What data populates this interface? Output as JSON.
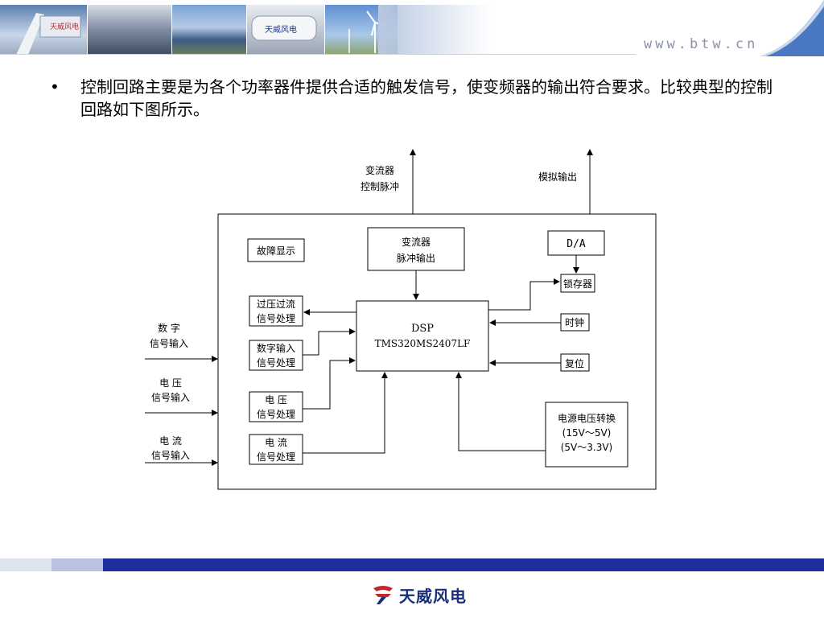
{
  "header": {
    "site": "www.btw.cn",
    "banner_logo": "天威风电"
  },
  "bullet": "控制回路主要是为各个功率器件提供合适的触发信号，使变频器的输出符合要求。比较典型的控制回路如下图所示。",
  "diagram": {
    "top_out_left": [
      "变流器",
      "控制脉冲"
    ],
    "top_out_right": "模拟输出",
    "fault": "故障显示",
    "conv_pulse": [
      "变流器",
      "脉冲输出"
    ],
    "da": "D/A",
    "latch": "锁存器",
    "clock": "时钟",
    "reset": "复位",
    "dsp": [
      "DSP",
      "TMS320MS2407LF"
    ],
    "ovp": [
      "过压过流",
      "信号处理"
    ],
    "digital_proc": [
      "数字输入",
      "信号处理"
    ],
    "voltage_proc": [
      "电  压",
      "信号处理"
    ],
    "current_proc": [
      "电  流",
      "信号处理"
    ],
    "digital_in": [
      "数  字",
      "信号输入"
    ],
    "voltage_in": [
      "电  压",
      "信号输入"
    ],
    "current_in": [
      "电  流",
      "信号输入"
    ],
    "power": [
      "电源电压转换",
      "(15V～5V)",
      "(5V～3.3V)"
    ]
  },
  "footer": {
    "logo_text": "天威风电"
  },
  "colors": {
    "footer_blue": "#1f2e9a",
    "footer_light": "#b8c3e0"
  }
}
